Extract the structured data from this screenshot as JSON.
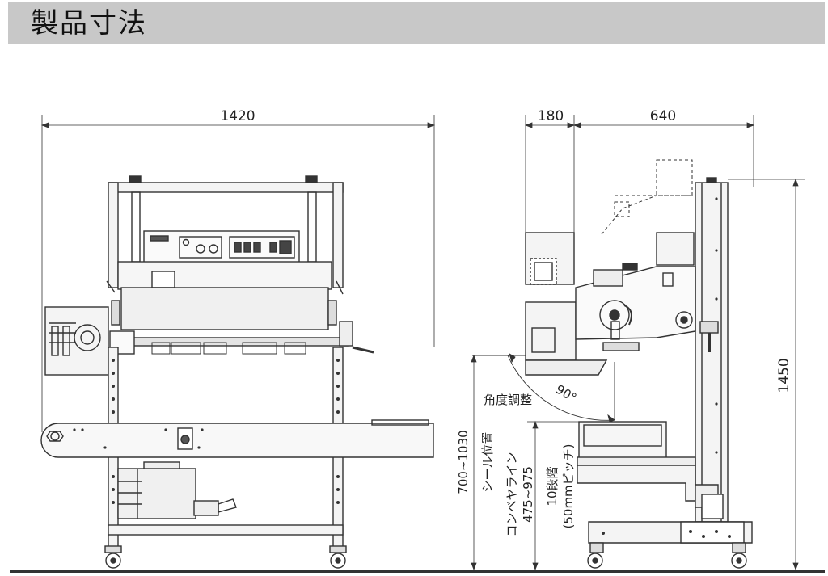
{
  "header": {
    "title": "製品寸法"
  },
  "front_view": {
    "width_label": "1420"
  },
  "side_view": {
    "dim_top_left": "180",
    "dim_top_right": "640",
    "dim_height": "1450",
    "angle_label": "90°",
    "angle_caption": "角度調整",
    "seal_range": "700~1030",
    "seal_caption": "シール位置",
    "conveyor_caption": "コンベヤライン",
    "conveyor_range": "475~975",
    "steps_caption": "10段階",
    "pitch_caption": "(50mmピッチ)"
  },
  "colors": {
    "line": "#333333",
    "header_bg": "#c8c8c8",
    "fill_light": "#f4f4f4",
    "fill_dark": "#d8d8d8"
  }
}
